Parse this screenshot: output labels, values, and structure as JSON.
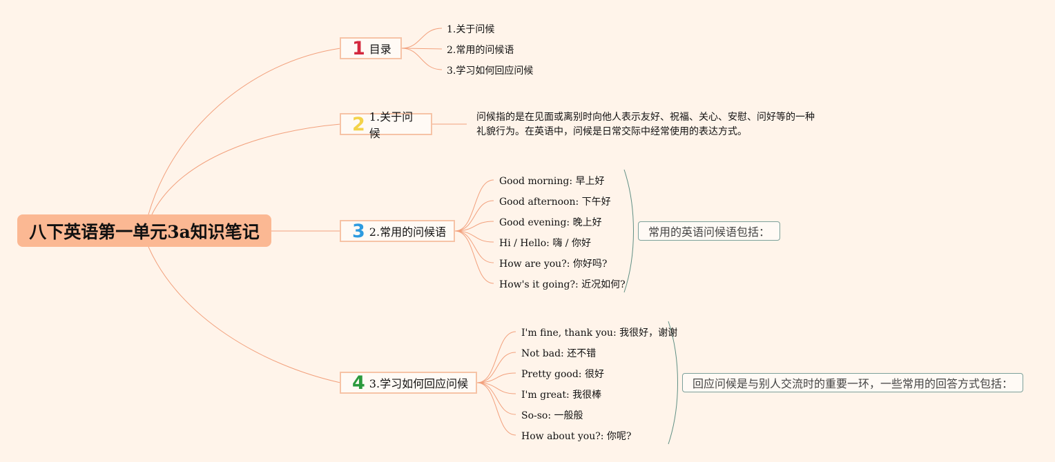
{
  "root": {
    "title": "八下英语第一单元3a知识笔记"
  },
  "branches": [
    {
      "number": "1",
      "number_color": "#d3283e",
      "label": "目录",
      "leaves": [
        "1.关于问候",
        "2.常用的问候语",
        "3.学习如何回应问候"
      ]
    },
    {
      "number": "2",
      "number_color": "#f3d34a",
      "label": "1.关于问候",
      "description": "问候指的是在见面或离别时向他人表示友好、祝福、关心、安慰、问好等的一种礼貌行为。在英语中，问候是日常交际中经常使用的表达方式。"
    },
    {
      "number": "3",
      "number_color": "#2d9be0",
      "label": "2.常用的问候语",
      "leaves": [
        "Good morning: 早上好",
        "Good afternoon: 下午好",
        "Good evening: 晚上好",
        "Hi / Hello: 嗨 / 你好",
        "How are you?: 你好吗?",
        "How's it going?: 近况如何?"
      ],
      "summary": "常用的英语问候语包括："
    },
    {
      "number": "4",
      "number_color": "#2a9a3e",
      "label": "3.学习如何回应问候",
      "leaves": [
        "I'm fine, thank you: 我很好，谢谢",
        "Not bad: 还不错",
        "Pretty good: 很好",
        "I'm great: 我很棒",
        "So-so: 一般般",
        "How about you?: 你呢?"
      ],
      "summary": "回应问候是与别人交流时的重要一环，一些常用的回答方式包括："
    }
  ],
  "colors": {
    "link": "#f2a07c",
    "bracket": "#5f8f84",
    "background": "#fff4ea"
  }
}
